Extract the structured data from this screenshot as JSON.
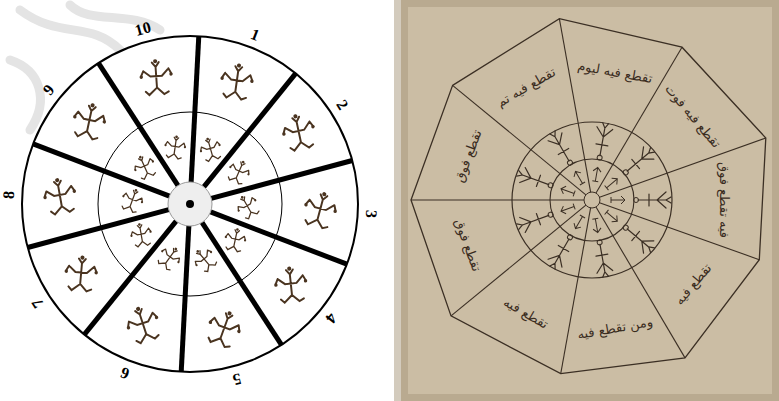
{
  "diagram": {
    "labels": [
      "10",
      "1",
      "2",
      "3",
      "4",
      "5",
      "6",
      "7",
      "8",
      "9",
      "تقطع فيه تم",
      "تقطع فيه ليوم",
      "تقطع فيه فوت",
      "فيه تقطع فوق",
      "تقطع فيه",
      "ومن تقطع فيه",
      "تقطع فيه",
      "تقطع فوق",
      "تقطع فوق"
    ]
  }
}
